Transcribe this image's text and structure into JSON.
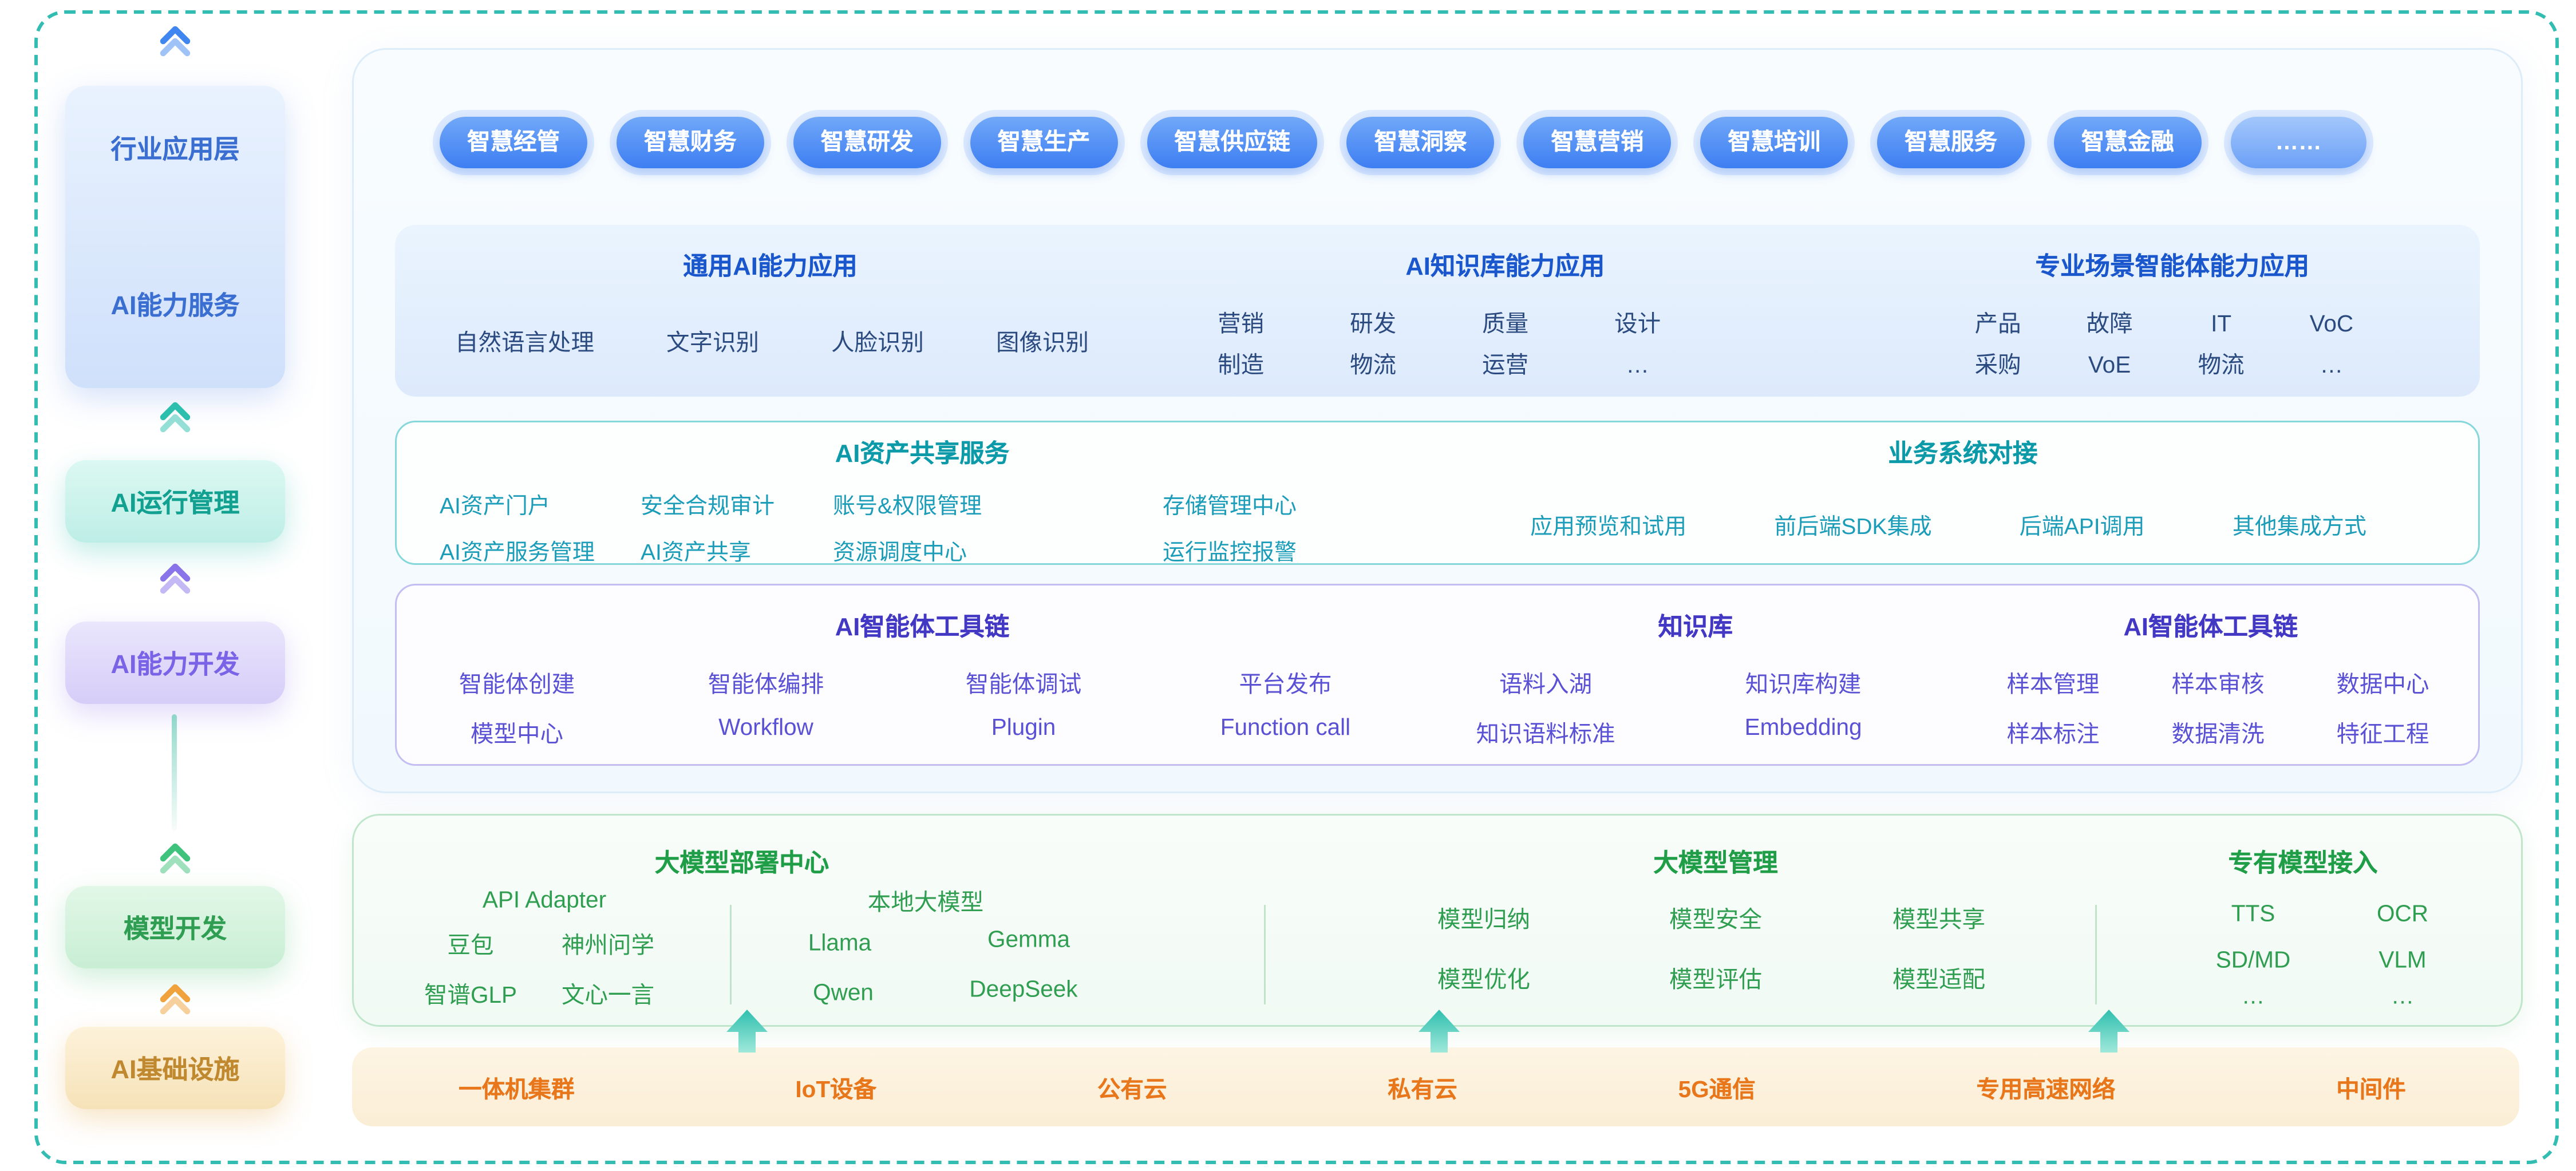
{
  "colors": {
    "frame_teal": "#33bdb2",
    "pill_blue": "#3d7ef2",
    "header_blue": "#1a56cc",
    "teal": "#0d9aa8",
    "purple": "#4338c4",
    "green": "#1f9e47",
    "orange": "#e8761a"
  },
  "sidebar": {
    "layer1": {
      "top": "行业应用层",
      "bottom": "AI能力服务"
    },
    "layer2": "AI运行管理",
    "layer3": "AI能力开发",
    "layer4": "模型开发",
    "layer5": "AI基础设施"
  },
  "apps": {
    "pills": [
      "智慧经管",
      "智慧财务",
      "智慧研发",
      "智慧生产",
      "智慧供应链",
      "智慧洞察",
      "智慧营销",
      "智慧培训",
      "智慧服务",
      "智慧金融",
      "……"
    ]
  },
  "capabilities": {
    "general": {
      "title": "通用AI能力应用",
      "items": [
        "自然语言处理",
        "文字识别",
        "人脸识别",
        "图像识别"
      ]
    },
    "knowledge": {
      "title": "AI知识库能力应用",
      "cols": [
        [
          "营销",
          "制造"
        ],
        [
          "研发",
          "物流"
        ],
        [
          "质量",
          "运营"
        ],
        [
          "设计",
          "…"
        ]
      ]
    },
    "scene": {
      "title": "专业场景智能体能力应用",
      "cols": [
        [
          "产品",
          "采购"
        ],
        [
          "故障",
          "VoE"
        ],
        [
          "IT",
          "物流"
        ],
        [
          "VoC",
          "…"
        ]
      ]
    }
  },
  "assets": {
    "share": {
      "title": "AI资产共享服务",
      "row1": [
        "AI资产门户",
        "安全合规审计",
        "账号&权限管理",
        "存储管理中心"
      ],
      "row2": [
        "AI资产服务管理",
        "AI资产共享",
        "资源调度中心",
        "运行监控报警"
      ]
    },
    "integration": {
      "title": "业务系统对接",
      "items": [
        "应用预览和试用",
        "前后端SDK集成",
        "后端API调用",
        "其他集成方式"
      ]
    }
  },
  "tools": {
    "agent": {
      "title": "AI智能体工具链",
      "row1": [
        "智能体创建",
        "智能体编排",
        "智能体调试",
        "平台发布"
      ],
      "row2": [
        "模型中心",
        "Workflow",
        "Plugin",
        "Function call"
      ]
    },
    "kb": {
      "title": "知识库",
      "row1": [
        "语料入湖",
        "知识库构建"
      ],
      "row2": [
        "知识语料标准",
        "Embedding"
      ]
    },
    "data": {
      "title": "AI智能体工具链",
      "row1": [
        "样本管理",
        "样本审核",
        "数据中心"
      ],
      "row2": [
        "样本标注",
        "数据清洗",
        "特征工程"
      ]
    }
  },
  "models": {
    "deploy": {
      "title": "大模型部署中心",
      "api": {
        "title": "API Adapter",
        "row1": [
          "豆包",
          "神州问学"
        ],
        "row2": [
          "智谱GLP",
          "文心一言"
        ]
      },
      "local": {
        "title": "本地大模型",
        "row1": [
          "Llama",
          "Gemma"
        ],
        "row2": [
          "Qwen",
          "DeepSeek"
        ]
      }
    },
    "manage": {
      "title": "大模型管理",
      "row1": [
        "模型归纳",
        "模型安全",
        "模型共享"
      ],
      "row2": [
        "模型优化",
        "模型评估",
        "模型适配"
      ]
    },
    "proprietary": {
      "title": "专有模型接入",
      "row1": [
        "TTS",
        "OCR"
      ],
      "row2": [
        "SD/MD",
        "VLM"
      ],
      "row3": [
        "…",
        "…"
      ]
    }
  },
  "infra": {
    "items": [
      "一体机集群",
      "IoT设备",
      "公有云",
      "私有云",
      "5G通信",
      "专用高速网络",
      "中间件"
    ]
  }
}
